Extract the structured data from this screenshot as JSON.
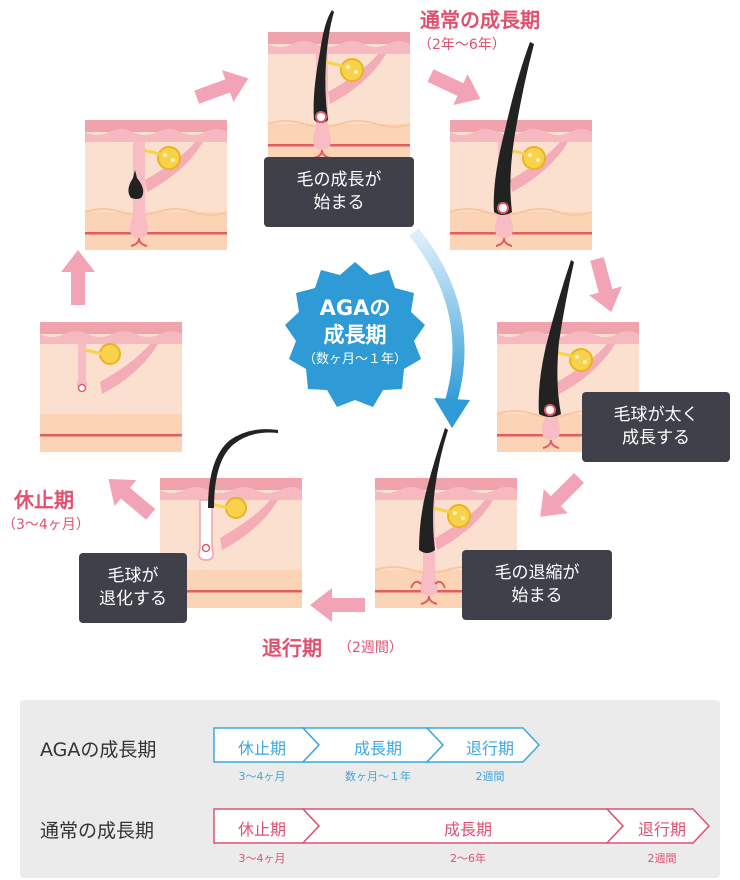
{
  "diagram": {
    "center_badge": {
      "line1": "AGAの",
      "line2": "成長期",
      "line3": "（数ヶ月〜１年）"
    },
    "labels": {
      "growth_start": [
        "毛の成長が",
        "始まる"
      ],
      "bulb_grows": [
        "毛球が太く",
        "成長する"
      ],
      "shrink_start": [
        "毛の退縮が",
        "始まる"
      ],
      "bulb_degrades": [
        "毛球が",
        "退化する"
      ]
    },
    "phases": {
      "normal_growth": {
        "title": "通常の成長期",
        "duration": "（2年〜6年）"
      },
      "rest": {
        "title": "休止期",
        "duration": "（3〜4ヶ月）"
      },
      "regression": {
        "title": "退行期",
        "duration": "（2週間）"
      }
    },
    "colors": {
      "pink_accent": "#e0516f",
      "blue_accent": "#2e9ad6",
      "dark_label": "#3f4049",
      "skin": "#fbe0cf"
    }
  },
  "timeline": {
    "aga": {
      "label": "AGAの成長期",
      "color": "#3da7de",
      "segments": [
        {
          "name": "休止期",
          "duration": "3〜4ヶ月"
        },
        {
          "name": "成長期",
          "duration": "数ヶ月〜１年"
        },
        {
          "name": "退行期",
          "duration": "2週間"
        }
      ]
    },
    "normal": {
      "label": "通常の成長期",
      "color": "#e0516f",
      "segments": [
        {
          "name": "休止期",
          "duration": "3〜4ヶ月"
        },
        {
          "name": "成長期",
          "duration": "2〜6年"
        },
        {
          "name": "退行期",
          "duration": "2週間"
        }
      ]
    }
  }
}
